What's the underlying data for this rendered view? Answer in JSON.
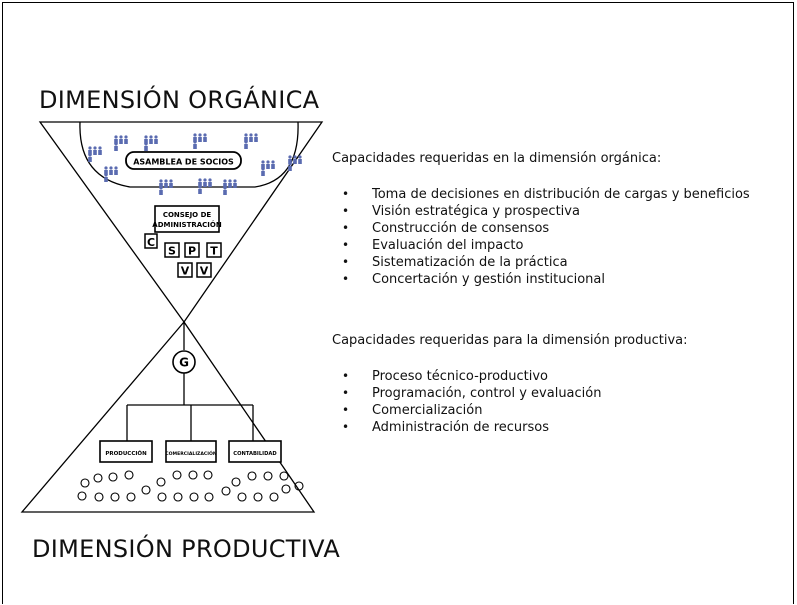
{
  "titles": {
    "organic": "DIMENSIÓN ORGÁNICA",
    "productive": "DIMENSIÓN PRODUCTIVA"
  },
  "diagram": {
    "assembly_label": "ASAMBLEA DE SOCIOS",
    "council_label_line1": "CONSEJO DE",
    "council_label_line2": "ADMINISTRACIÓN",
    "council_letters": [
      "C",
      "S",
      "P",
      "T",
      "V",
      "V"
    ],
    "manager_label": "G",
    "departments": [
      "PRODUCCIÓN",
      "COMERCIALIZACIÓN",
      "CONTABILIDAD"
    ]
  },
  "organic": {
    "heading": "Capacidades requeridas en la dimensión orgánica:",
    "items": [
      "Toma de decisiones en distribución de cargas y beneficios",
      "Visión estratégica y prospectiva",
      "Construcción de consensos",
      "Evaluación del impacto",
      "Sistematización de la práctica",
      "Concertación y gestión institucional"
    ]
  },
  "productive": {
    "heading": "Capacidades requeridas para la dimensión productiva:",
    "items": [
      "Proceso técnico-productivo",
      "Programación, control y evaluación",
      "Comercialización",
      "Administración de recursos"
    ]
  },
  "colors": {
    "people_icons": "#5a6bb0",
    "lines": "#000000"
  }
}
